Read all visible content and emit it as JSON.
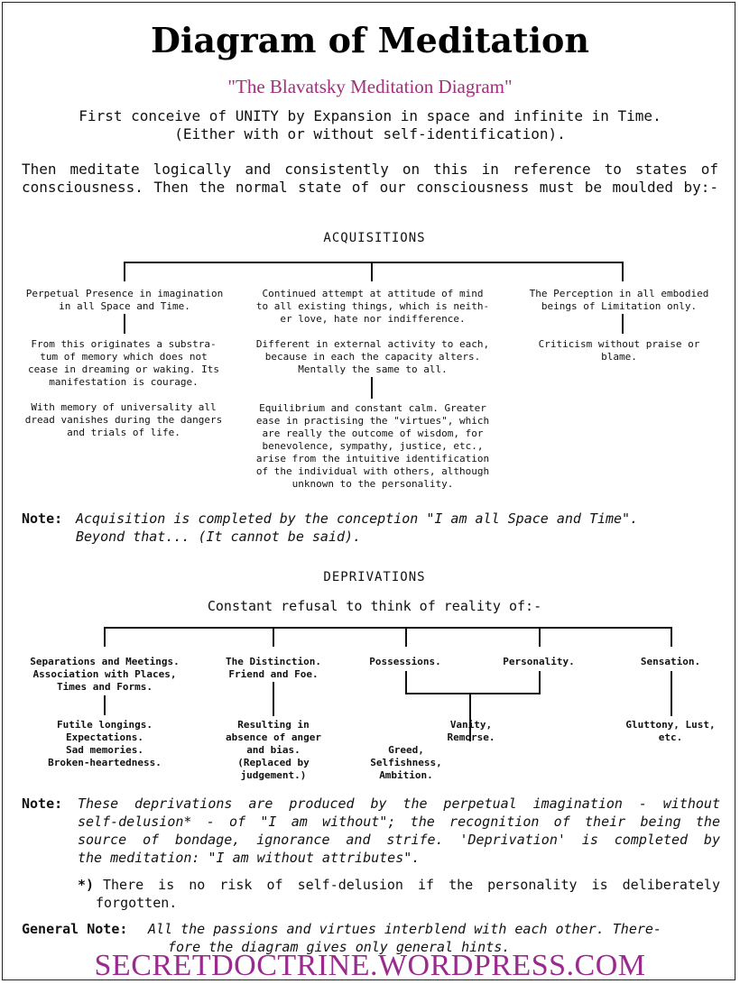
{
  "title": "Diagram of Meditation",
  "subtitle": "\"The Blavatsky Meditation Diagram\"",
  "intro": {
    "line1": "First conceive of UNITY by Expansion in space and infinite in Time.",
    "line2": "(Either with or without self-identification).",
    "para1": "Then meditate logically and consistently on this in reference to states of",
    "para2": "consciousness. Then the normal state of our consciousness must be moulded by:-"
  },
  "acquisitions": {
    "heading": "ACQUISITIONS",
    "col1": {
      "top": [
        "Perpetual Presence in imagination",
        "in all Space and Time."
      ],
      "mid": [
        "From this originates a substra-",
        "tum of memory which does not",
        "cease in dreaming or waking. Its",
        "manifestation is courage."
      ],
      "bottom": [
        "With memory of universality all",
        "dread vanishes during the dangers",
        "and trials of life."
      ]
    },
    "col2": {
      "top": [
        "Continued attempt at attitude of mind",
        "to all existing things, which is neith-",
        "er love, hate nor indifference."
      ],
      "mid": [
        "Different in external activity to each,",
        "because in each the capacity alters.",
        "Mentally the same to all."
      ],
      "bottom": [
        "Equilibrium and constant calm. Greater",
        "ease in practising the \"virtues\", which",
        "are really the outcome of wisdom, for",
        "benevolence, sympathy, justice, etc.,",
        "arise from the intuitive identification",
        "of the individual with others, although",
        "unknown to the personality."
      ]
    },
    "col3": {
      "top": [
        "The Perception in all embodied",
        "beings of Limitation only."
      ],
      "mid": [
        "Criticism without praise or",
        "blame."
      ]
    },
    "note_label": "Note:",
    "note1": "Acquisition is completed by the conception \"I am all Space and Time\".",
    "note2": "Beyond that... (It cannot be said)."
  },
  "deprivations": {
    "heading": "DEPRIVATIONS",
    "subheading": "Constant refusal to think of reality of:-",
    "separations": [
      "Separations and Meetings.",
      "Association with Places,",
      "Times and Forms."
    ],
    "separations_result": [
      "Futile longings.",
      "Expectations.",
      "Sad memories.",
      "Broken-heartedness."
    ],
    "distinction": [
      "The Distinction.",
      "Friend and Foe."
    ],
    "distinction_result": [
      "Resulting in",
      "absence of anger",
      "and bias.",
      "(Replaced by",
      "judgement.)"
    ],
    "possessions": "Possessions.",
    "personality": "Personality.",
    "vanity": [
      "Vanity,",
      "Remorse."
    ],
    "greed": [
      "Greed,",
      "Selfishness,",
      "Ambition."
    ],
    "sensation": "Sensation.",
    "sensation_result": [
      "Gluttony, Lust,",
      "etc."
    ],
    "note_label": "Note:",
    "note": [
      "These deprivations are produced by the perpetual imagination - without",
      "self-delusion* - of \"I am without\"; the recognition of their being the",
      "source of bondage, ignorance and strife. 'Deprivation' is completed by",
      "the meditation: \"I am without attributes\"."
    ],
    "footnote_mark": "*)",
    "footnote": [
      "There is no risk of self-delusion if the personality is deliberately",
      "forgotten."
    ]
  },
  "general_note": {
    "label": "General Note:",
    "line1": "All the passions and virtues interblend with each other. There-",
    "line2": "fore the diagram gives only general hints."
  },
  "footer": "SECRETDOCTRINE.WORDPRESS.COM"
}
